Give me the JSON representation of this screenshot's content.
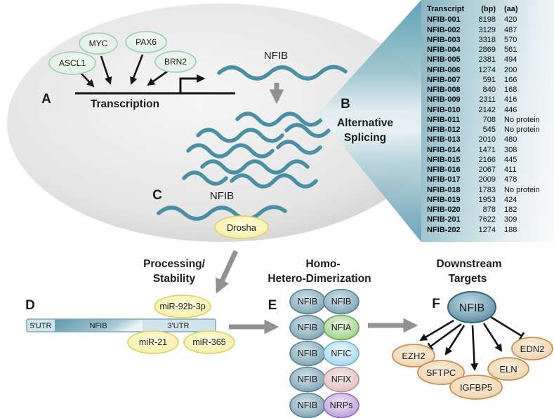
{
  "figure": {
    "panel_a": {
      "letter": "A",
      "caption": "Transcription",
      "factors": [
        "ASCL1",
        "MYC",
        "PAX6",
        "BRN2"
      ],
      "transcript_label": "NFIB"
    },
    "panel_b": {
      "letter": "B",
      "caption_line1": "Alternative",
      "caption_line2": "Splicing"
    },
    "panel_c": {
      "letter": "C",
      "transcript_label": "NFIB",
      "enzyme": "Drosha"
    },
    "panel_d": {
      "letter": "D",
      "caption_line1": "Processing/",
      "caption_line2": "Stability",
      "bar": {
        "utr5": "5'UTR",
        "cds": "NFIB",
        "utr3": "3'UTR"
      },
      "mirnas": [
        "miR-92b-3p",
        "miR-21",
        "miR-365"
      ]
    },
    "panel_e": {
      "letter": "E",
      "caption_line1": "Homo-",
      "caption_line2": "Hetero-Dimerization",
      "pairs": [
        {
          "left": "NFIB",
          "right": "NFIB"
        },
        {
          "left": "NFIB",
          "right": "NFIA"
        },
        {
          "left": "NFIB",
          "right": "NFIC"
        },
        {
          "left": "NFIB",
          "right": "NFIX"
        },
        {
          "left": "NFIB",
          "right": "NRPs"
        }
      ]
    },
    "panel_f": {
      "letter": "F",
      "caption_line1": "Downstream",
      "caption_line2": "Targets",
      "hub": "NFIB",
      "targets": [
        "EZH2",
        "SFTPC",
        "IGFBP5",
        "ELN",
        "EDN2"
      ]
    }
  },
  "transcript_table": {
    "headers": {
      "transcript": "Transcript",
      "bp": "(bp)",
      "aa": "(aa)"
    },
    "rows": [
      {
        "id": "NFIB-001",
        "bp": "8198",
        "aa": "420"
      },
      {
        "id": "NFIB-002",
        "bp": "3129",
        "aa": "487"
      },
      {
        "id": "NFIB-003",
        "bp": "3318",
        "aa": "570"
      },
      {
        "id": "NFIB-004",
        "bp": "2869",
        "aa": "561"
      },
      {
        "id": "NFIB-005",
        "bp": "2381",
        "aa": "494"
      },
      {
        "id": "NFIB-006",
        "bp": "1274",
        "aa": "200"
      },
      {
        "id": "NFIB-007",
        "bp": "591",
        "aa": "166"
      },
      {
        "id": "NFIB-008",
        "bp": "840",
        "aa": "168"
      },
      {
        "id": "NFIB-009",
        "bp": "2311",
        "aa": "416"
      },
      {
        "id": "NFIB-010",
        "bp": "2142",
        "aa": "446"
      },
      {
        "id": "NFIB-011",
        "bp": "708",
        "aa": "No protein"
      },
      {
        "id": "NFIB-012",
        "bp": "545",
        "aa": "No protein"
      },
      {
        "id": "NFIB-013",
        "bp": "2010",
        "aa": "480"
      },
      {
        "id": "NFIB-014",
        "bp": "1471",
        "aa": "308"
      },
      {
        "id": "NFIB-015",
        "bp": "2166",
        "aa": "445"
      },
      {
        "id": "NFIB-016",
        "bp": "2067",
        "aa": "411"
      },
      {
        "id": "NFIB-017",
        "bp": "2009",
        "aa": "478"
      },
      {
        "id": "NFIB-018",
        "bp": "1783",
        "aa": "No protein"
      },
      {
        "id": "NFIB-019",
        "bp": "1953",
        "aa": "424"
      },
      {
        "id": "NFIB-020",
        "bp": "878",
        "aa": "182"
      },
      {
        "id": "NFIB-201",
        "bp": "7622",
        "aa": "309"
      },
      {
        "id": "NFIB-202",
        "bp": "1274",
        "aa": "188"
      }
    ]
  },
  "colors": {
    "rna_wave": "#4a8fa3",
    "gray_arrow": "#909292",
    "cell_center": "#f5f5f5",
    "cell_edge": "#d6d6d6",
    "funnel_dark": "#569bb0",
    "funnel_light": "#e8f2f4",
    "tf_fill": "#e9f5ee",
    "tf_border": "#9fccbd",
    "mirna_fill": "#f8f3b4",
    "mirna_border": "#dcd161",
    "nfib_node_center": "#d3e2e8",
    "nfib_node_edge": "#6f96a6",
    "nfia_edge": "#92ca7c",
    "nfic_edge": "#9dd2ee",
    "nfix_edge": "#d9b9b9",
    "nrps_edge": "#b493d3",
    "hub_center": "#bfd9e4",
    "hub_edge": "#49768e",
    "target_center": "#f9efdf",
    "target_edge": "#edd0a7",
    "target_border": "#c89058",
    "table_gradient_start": "#8ab5c2"
  }
}
